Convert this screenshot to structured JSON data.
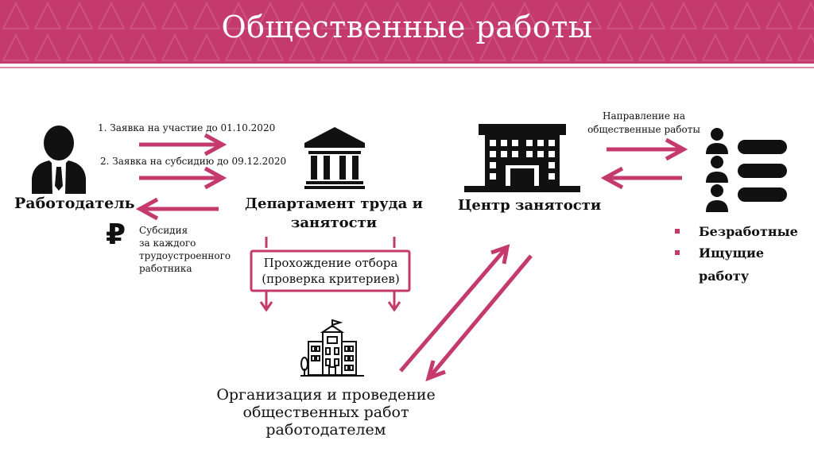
{
  "title": "Общественные работы",
  "colors": {
    "accent": "#c53a6d",
    "icon": "#111111"
  },
  "employer": {
    "label": "Работодатель",
    "request1": "1. Заявка на участие до 01.10.2020",
    "request2": "2. Заявка на субсидию до 09.12.2020",
    "subsidy_line1": "Субсидия",
    "subsidy_line2": "за каждого",
    "subsidy_line3": "трудоустроенного",
    "subsidy_line4": "работника",
    "ruble_symbol": "₽"
  },
  "department": {
    "label_line1": "Департамент труда и",
    "label_line2": "занятости",
    "selection_line1": "Прохождение отбора",
    "selection_line2": "(проверка критериев)"
  },
  "center": {
    "label": "Центр занятости",
    "direction_line1": "Направление на",
    "direction_line2": "общественные работы"
  },
  "people": {
    "items": [
      "Безработные",
      "Ищущие",
      "работу"
    ]
  },
  "organization": {
    "line1": "Организация и проведение",
    "line2": "общественных работ",
    "line3": "работодателем"
  },
  "icons": [
    "employer-icon",
    "government-building-icon",
    "office-building-icon",
    "people-group-icon",
    "ruble-icon",
    "school-building-icon"
  ]
}
